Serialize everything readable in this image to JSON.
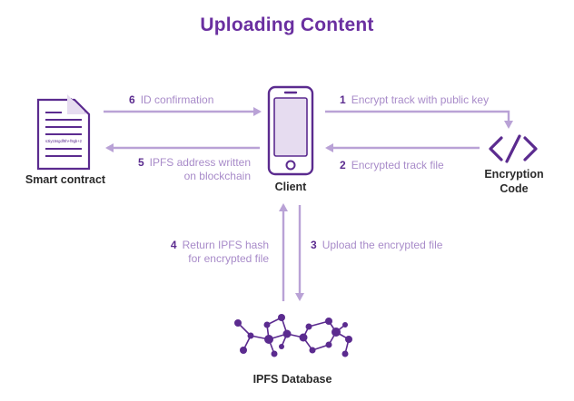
{
  "title": "Uploading Content",
  "colors": {
    "title": "#6a2fa0",
    "arrow": "#b9a2d6",
    "icon_dark": "#5b2b8f",
    "icon_fill": "#e6dcf0",
    "step_text": "#a88bc9",
    "label": "#2b2b2b"
  },
  "nodes": {
    "smart_contract": {
      "label": "Smart contract",
      "doc_text": "s3iy15sgdf8h+f9gb+2"
    },
    "client": {
      "label": "Client"
    },
    "encryption": {
      "label_line1": "Encryption",
      "label_line2": "Code"
    },
    "ipfs": {
      "label": "IPFS Database"
    }
  },
  "steps": [
    {
      "num": "1",
      "line1": "Encrypt track with public key"
    },
    {
      "num": "2",
      "line1": "Encrypted track file"
    },
    {
      "num": "3",
      "line1": "Upload the encrypted file"
    },
    {
      "num": "4",
      "line1": "Return IPFS hash",
      "line2": "for encrypted file"
    },
    {
      "num": "5",
      "line1": "IPFS address written",
      "line2": "on blockchain"
    },
    {
      "num": "6",
      "line1": "ID confirmation"
    }
  ]
}
